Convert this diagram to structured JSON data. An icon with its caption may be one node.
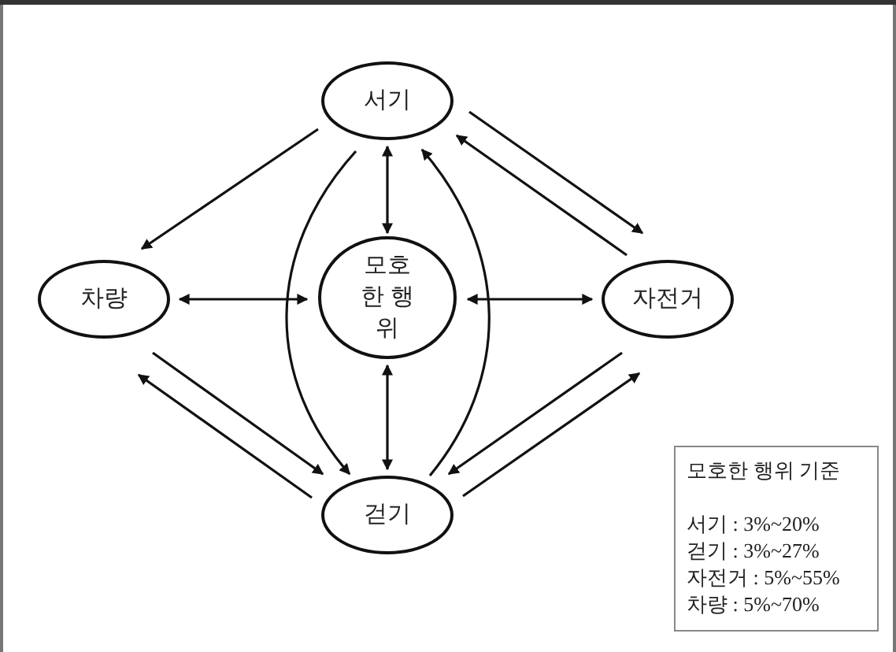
{
  "diagram": {
    "nodes": [
      {
        "text": [
          "서기"
        ]
      },
      {
        "text": [
          "차량"
        ]
      },
      {
        "text": [
          "모호한 행위"
        ]
      },
      {
        "text": [
          "자전거"
        ]
      },
      {
        "text": [
          "걷기"
        ]
      },
      {
        "text": [
          "모호한 행위 기준",
          "서기 : 3%~20%",
          "걷기 : 3%~27%",
          "자전거 : 5%~55%",
          "차량 : 5%~70%"
        ]
      }
    ],
    "edges": [
      {
        "from": 0,
        "to": 1,
        "arrow": "to"
      },
      {
        "from": 0,
        "to": 3,
        "arrow": "to"
      },
      {
        "from": 3,
        "to": 0,
        "arrow": "to"
      },
      {
        "from": 0,
        "to": 2,
        "arrow": "both"
      },
      {
        "from": 0,
        "to": 4,
        "arrow": "to"
      },
      {
        "from": 4,
        "to": 0,
        "arrow": "to"
      },
      {
        "from": 1,
        "to": 2,
        "arrow": "both"
      },
      {
        "from": 2,
        "to": 3,
        "arrow": "both"
      },
      {
        "from": 2,
        "to": 4,
        "arrow": "both"
      },
      {
        "from": 1,
        "to": 4,
        "arrow": "to"
      },
      {
        "from": 4,
        "to": 1,
        "arrow": "to"
      },
      {
        "from": 3,
        "to": 4,
        "arrow": "to"
      },
      {
        "from": 4,
        "to": 3,
        "arrow": "to"
      }
    ]
  }
}
